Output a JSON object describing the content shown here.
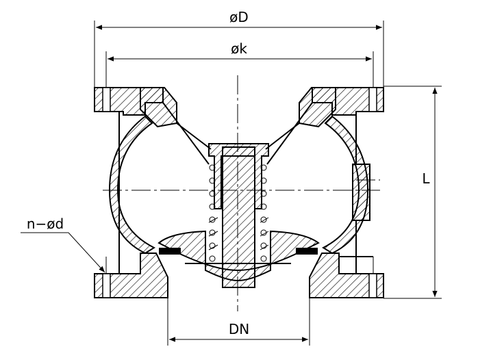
{
  "labels": {
    "outer_diameter": "øD",
    "bolt_circle": "øk",
    "length": "L",
    "bolt_holes": "n−ød",
    "nominal_diameter": "DN"
  }
}
